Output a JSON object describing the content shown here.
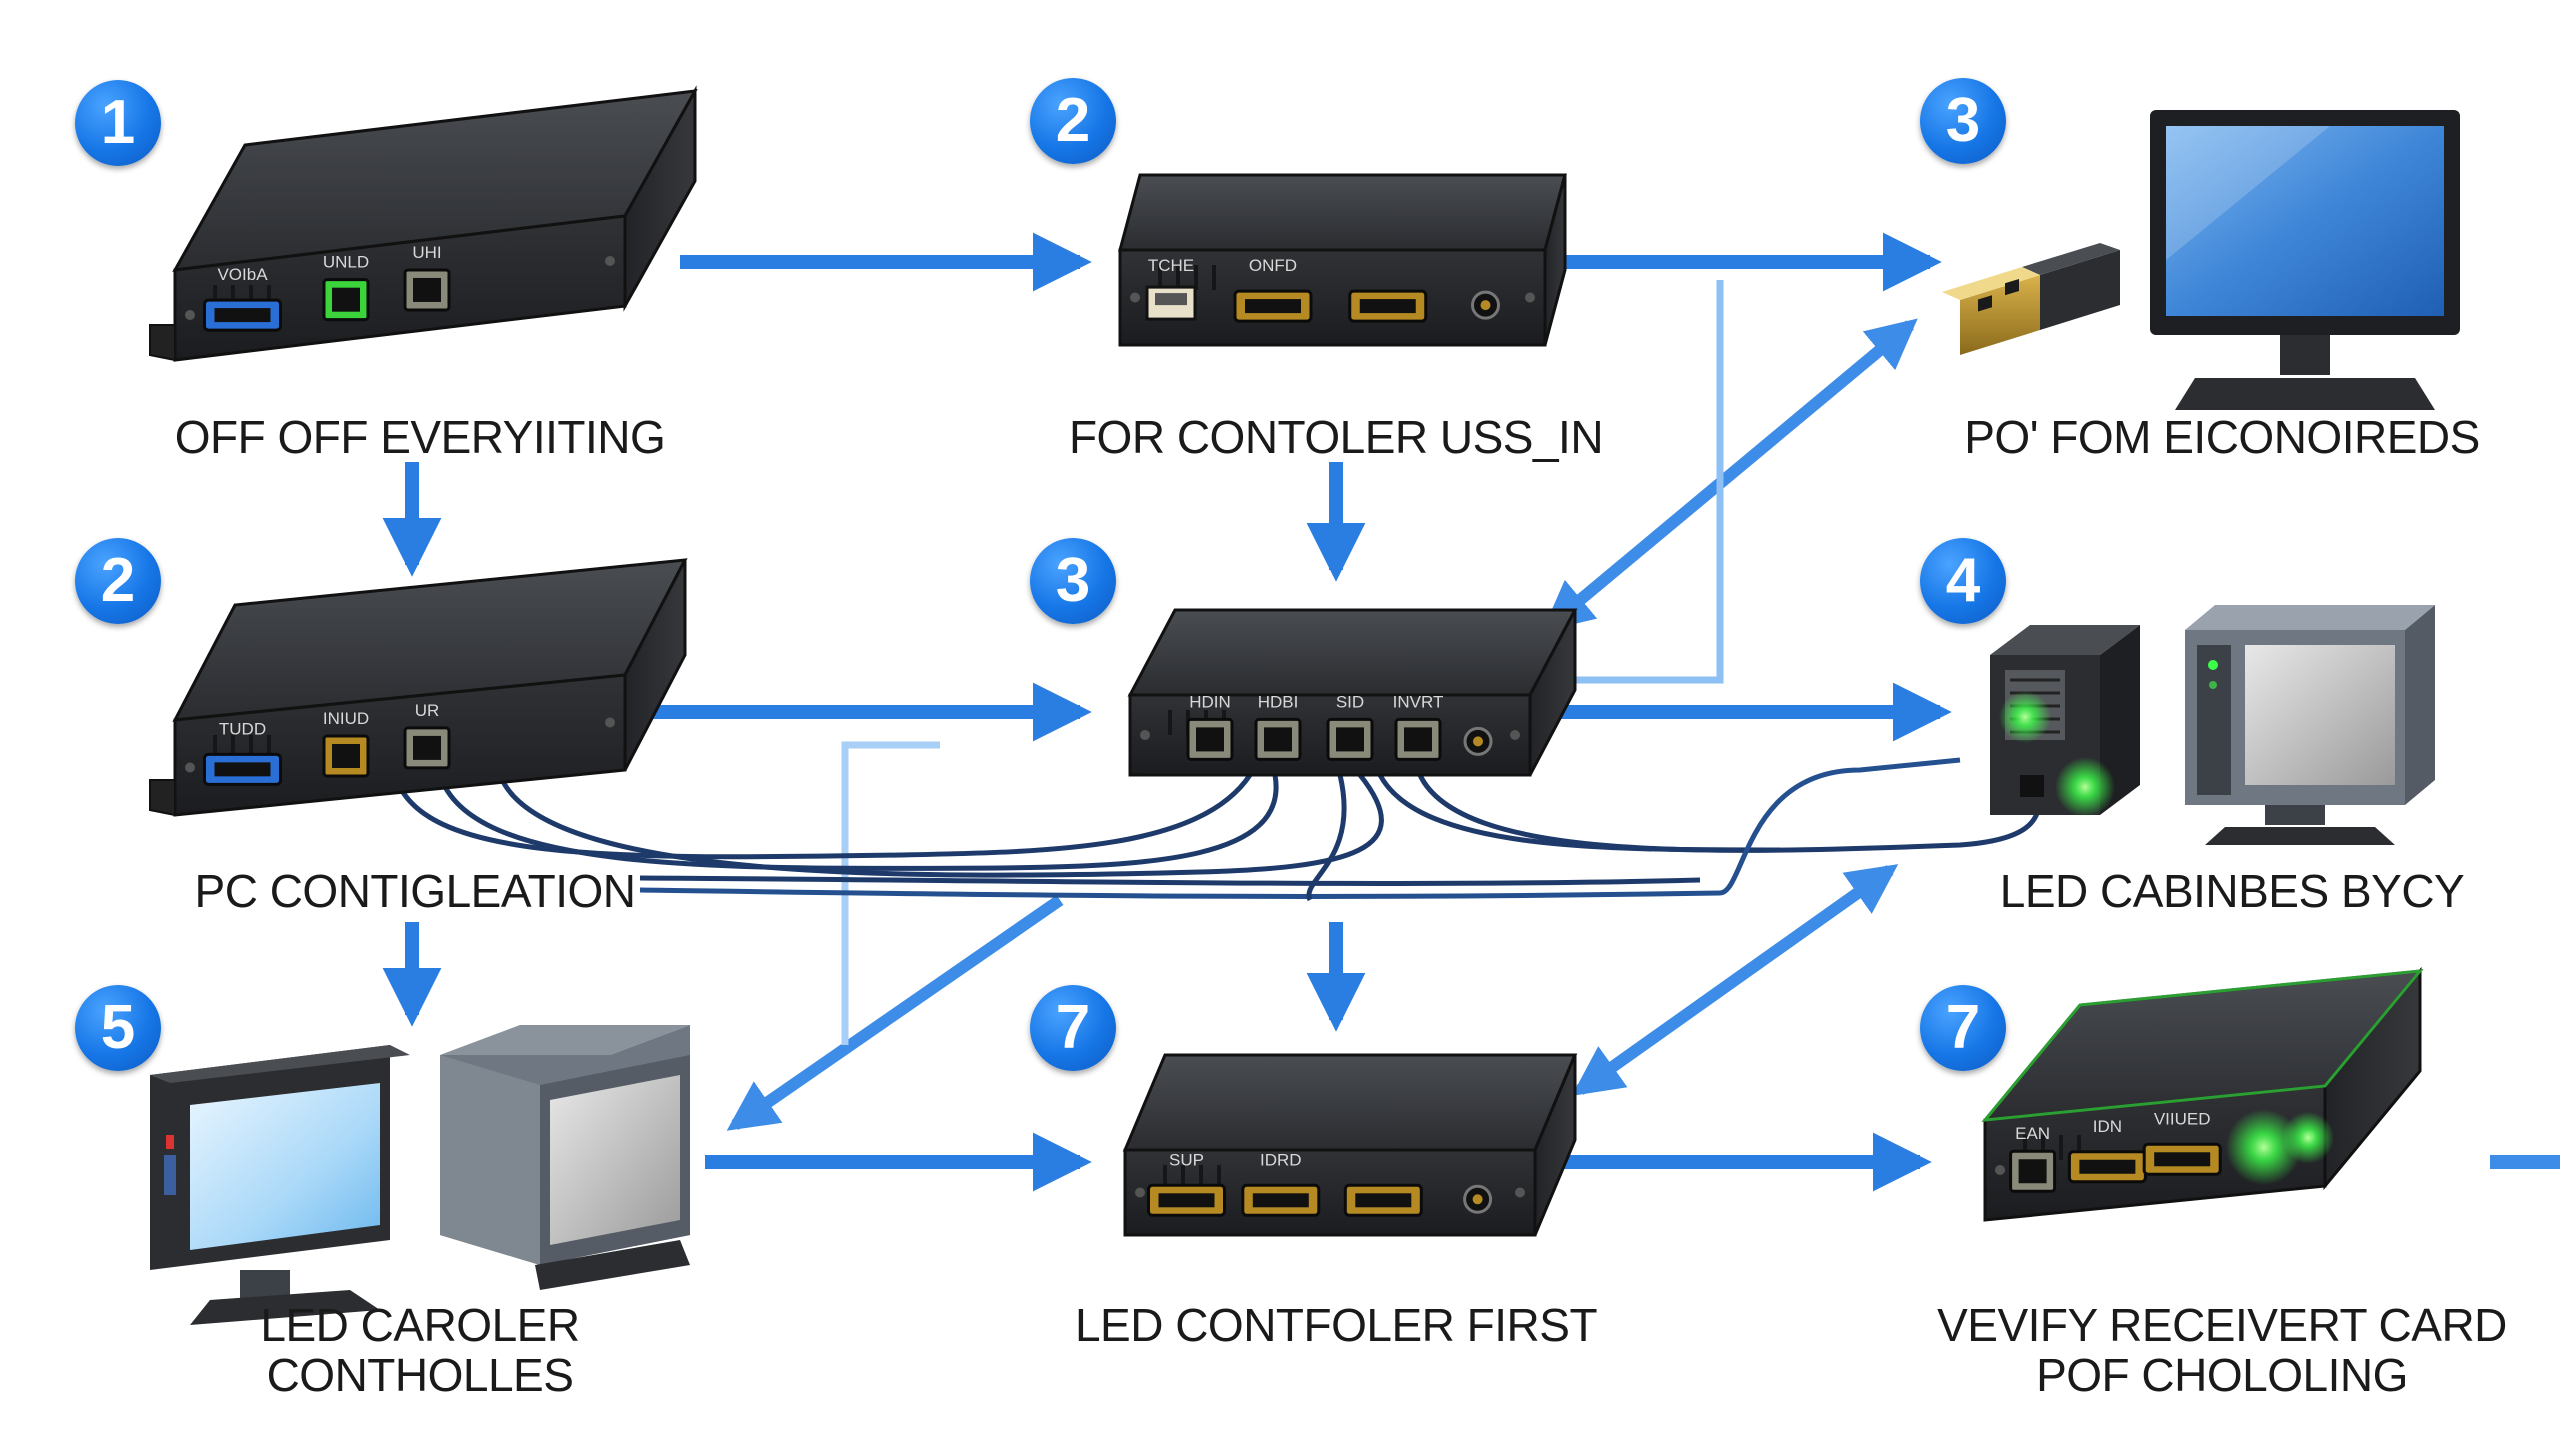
{
  "steps": [
    {
      "number": "1",
      "label": [
        "OFF OFF EVERYIITING"
      ]
    },
    {
      "number": "2",
      "label": [
        "FOR CONTOLER USS_IN"
      ]
    },
    {
      "number": "3",
      "label": [
        "PO' FOM EICONOIREDS"
      ]
    },
    {
      "number": "2",
      "label": [
        "PC CONTIGLEATION"
      ]
    },
    {
      "number": "3",
      "label": []
    },
    {
      "number": "4",
      "label": [
        "LED CABINBES BYCY"
      ]
    },
    {
      "number": "5",
      "label": [
        "LED CAROLER",
        "CONTHOLLES"
      ]
    },
    {
      "number": "7",
      "label": [
        "LED CONTFOLER FIRST"
      ]
    },
    {
      "number": "7",
      "label": [
        "VEVIFY RECEIVERT CARD",
        "POF CHOLOLING"
      ]
    }
  ],
  "port_labels": {
    "box1": [
      "VOIbA",
      "UNLD",
      "UHI"
    ],
    "box2": [
      "TCHE",
      "ONFD"
    ],
    "box4": [
      "TUDD",
      "INIUD",
      "UR"
    ],
    "box5": [
      "HDIN",
      "HDBI",
      "SID",
      "INVRT"
    ],
    "box8": [
      "SUP",
      "IDRD"
    ],
    "box9": [
      "EAN",
      "IDN",
      "VIIUED"
    ]
  },
  "colors": {
    "arrow": "#2a7de1",
    "arrow_light": "#8fc0f4",
    "badge": "#1676e6",
    "device": "#2b2d30",
    "cable": "#1d3a6b",
    "led_green": "#3dff4a"
  }
}
